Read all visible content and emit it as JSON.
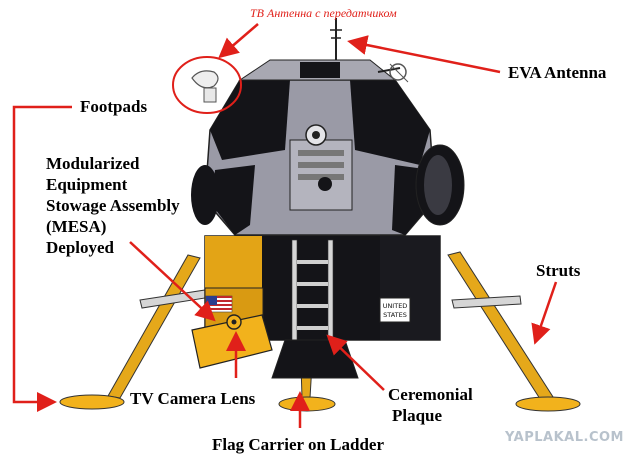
{
  "labels": {
    "tv_antenna": "ТВ Антенна с передатчиком",
    "eva_antenna": "EVA Antenna",
    "footpads": "Footpads",
    "mesa": [
      "Modularized",
      "Equipment",
      "Stowage Assembly",
      "(MESA)",
      "Deployed"
    ],
    "struts": "Struts",
    "tv_camera_lens": "TV Camera Lens",
    "ceremonial_plaque": [
      "Ceremonial",
      "Plaque"
    ],
    "flag_carrier": "Flag Carrier on Ladder"
  },
  "placard": [
    "UNITED",
    "STATES"
  ],
  "watermark": "YAPLAKAL.COM",
  "colors": {
    "arrow": "#e0201a",
    "gold": "#f2b21c",
    "ascent_gray": "#9a9aa6",
    "black": "#111111",
    "watermark": "#b8c2cc"
  }
}
